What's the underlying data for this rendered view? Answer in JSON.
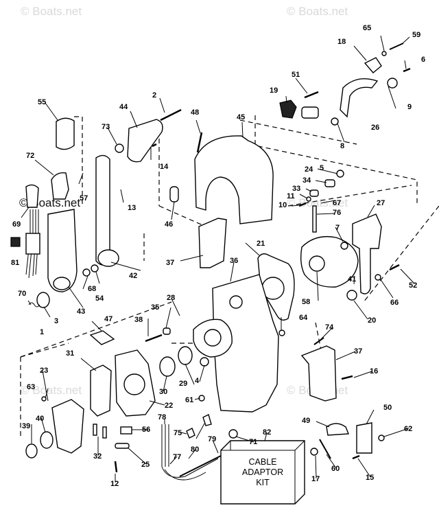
{
  "watermarks": {
    "top_left": "© Boats.net",
    "top_right": "© Boats.net",
    "mid_left": "© Boats.net",
    "mid_right": "© Boats.net",
    "bottom_left": "© Boats.net",
    "bottom_right": "© Boats.net"
  },
  "kit_box": {
    "line1": "CABLE",
    "line2": "ADAPTOR",
    "line3": "KIT"
  },
  "callouts": {
    "c1": "1",
    "c2": "2",
    "c3": "3",
    "c4": "4",
    "c5": "5",
    "c6": "6",
    "c7": "7",
    "c8": "8",
    "c9": "9",
    "c10": "10",
    "c11": "11",
    "c12": "12",
    "c13": "13",
    "c14": "14",
    "c15": "15",
    "c16": "16",
    "c17": "17",
    "c18": "18",
    "c19": "19",
    "c20": "20",
    "c21": "21",
    "c22": "22",
    "c23": "23",
    "c24": "24",
    "c25": "25",
    "c26": "26",
    "c27": "27",
    "c28": "28",
    "c29": "29",
    "c30": "30",
    "c31": "31",
    "c32": "32",
    "c33": "33",
    "c34": "34",
    "c35": "35",
    "c36": "36",
    "c37a": "37",
    "c37b": "37",
    "c38": "38",
    "c39": "39",
    "c40": "40",
    "c41": "41",
    "c42": "42",
    "c43": "43",
    "c44": "44",
    "c45": "45",
    "c46": "46",
    "c47": "47",
    "c48": "48",
    "c49": "49",
    "c50": "50",
    "c51": "51",
    "c52": "52",
    "c54": "54",
    "c55": "55",
    "c56": "56",
    "c57": "57",
    "c58": "58",
    "c59": "59",
    "c60": "60",
    "c61": "61",
    "c62": "62",
    "c63": "63",
    "c64": "64",
    "c65": "65",
    "c66": "66",
    "c67": "67",
    "c68": "68",
    "c69": "69",
    "c70": "70",
    "c71": "71",
    "c72": "72",
    "c73": "73",
    "c74": "74",
    "c75": "75",
    "c76": "76",
    "c77": "77",
    "c78": "78",
    "c79": "79",
    "c80": "80",
    "c81": "81",
    "c82": "82"
  }
}
